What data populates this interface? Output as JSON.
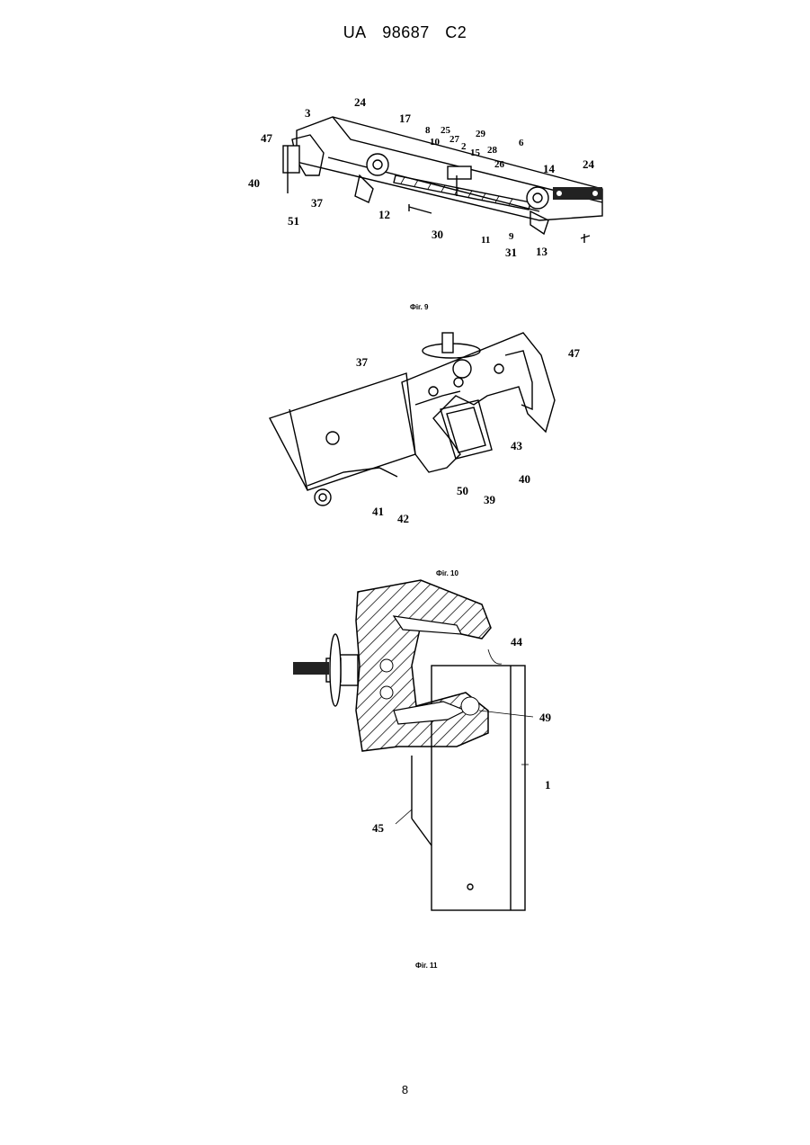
{
  "header": {
    "country": "UA",
    "number": "98687",
    "kind": "C2"
  },
  "figures": {
    "fig9": {
      "caption": "Фіг. 9",
      "labels": [
        "3",
        "24",
        "47",
        "40",
        "51",
        "37",
        "17",
        "8",
        "25",
        "10",
        "27",
        "2",
        "29",
        "15",
        "28",
        "26",
        "6",
        "14",
        "24",
        "12",
        "30",
        "11",
        "9",
        "31",
        "13"
      ]
    },
    "fig10": {
      "caption": "Фіг. 10",
      "labels": [
        "37",
        "47",
        "43",
        "40",
        "39",
        "50",
        "41",
        "42"
      ]
    },
    "fig11": {
      "caption": "Фіг. 11",
      "labels": [
        "44",
        "49",
        "1",
        "45"
      ]
    }
  },
  "page_number": "8"
}
